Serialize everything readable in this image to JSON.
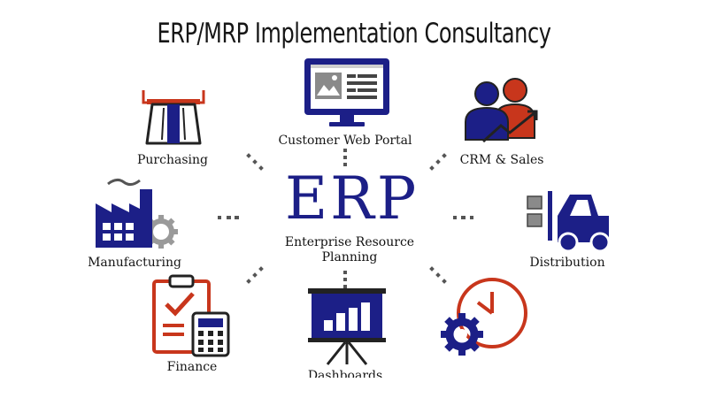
{
  "title": "ERP/MRP Implementation Consultancy",
  "center": {
    "acronym": "ERP",
    "line1": "Enterprise Resource",
    "line2": "Planning"
  },
  "modules": {
    "customer_portal": "Customer Web Portal",
    "purchasing": "Purchasing",
    "crm": "CRM & Sales",
    "manufacturing": "Manufacturing",
    "distribution": "Distribution",
    "finance": "Finance",
    "dashboard": "Dashboards"
  },
  "colors": {
    "navy": "#1c1f87",
    "red": "#c8361c",
    "gray": "#9a9a9a",
    "dark": "#222222"
  }
}
